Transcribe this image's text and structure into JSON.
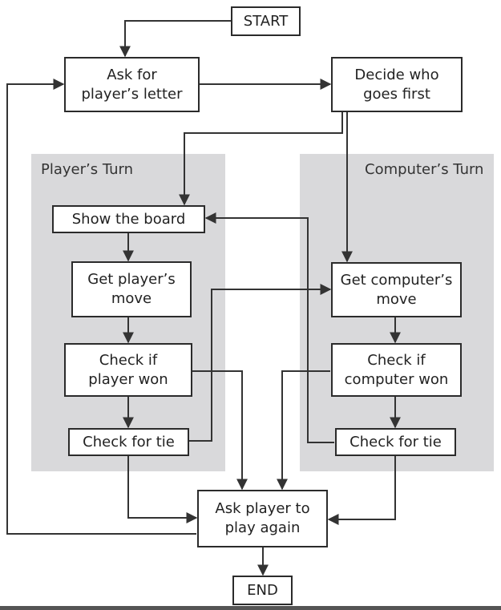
{
  "regions": {
    "player": {
      "label": "Player’s Turn"
    },
    "computer": {
      "label": "Computer’s Turn"
    }
  },
  "nodes": {
    "start": "START",
    "ask_letter": "Ask for\nplayer’s letter",
    "decide_first": "Decide who\ngoes first",
    "show_board": "Show the board",
    "get_player_move": "Get player’s\nmove",
    "check_player_won": "Check if\nplayer won",
    "check_tie_player": "Check for tie",
    "get_computer_move": "Get computer’s\nmove",
    "check_computer_won": "Check if\ncomputer won",
    "check_tie_computer": "Check for tie",
    "ask_play_again": "Ask player to\nplay again",
    "end": "END"
  }
}
